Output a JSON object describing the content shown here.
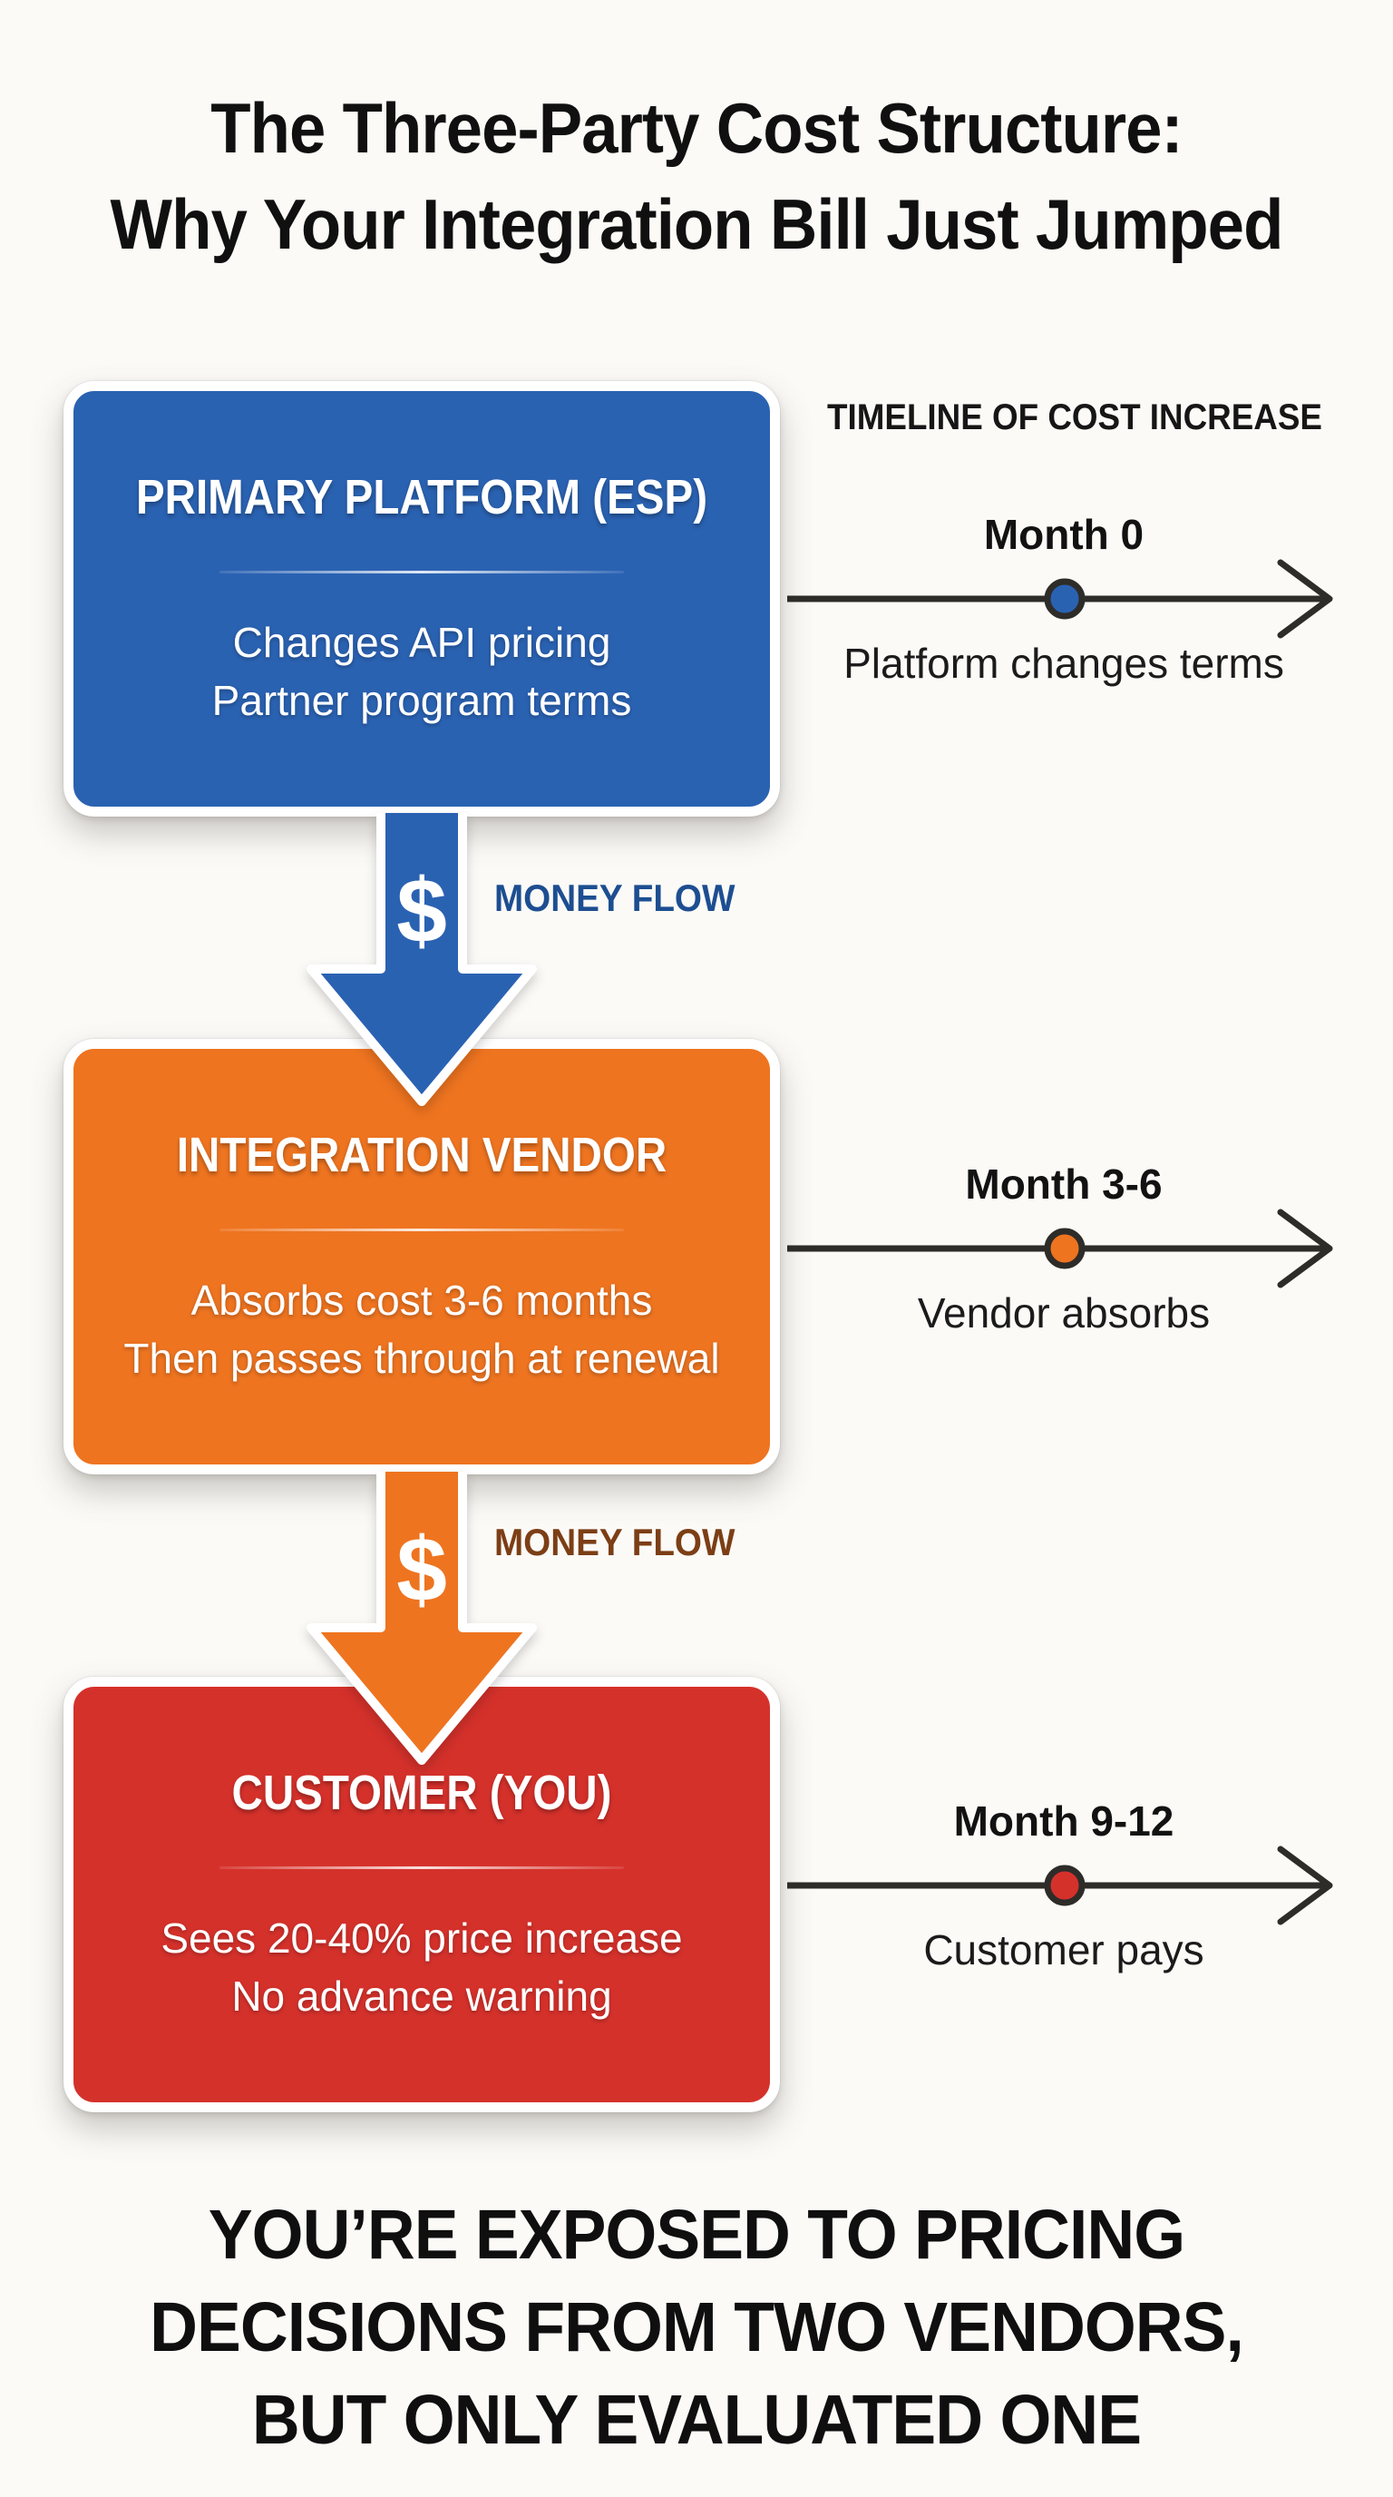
{
  "title": {
    "line1": "The Three-Party Cost Structure:",
    "line2": "Why Your Integration Bill Just Jumped"
  },
  "boxes": [
    {
      "title": "PRIMARY PLATFORM (ESP)",
      "line1": "Changes API pricing",
      "line2": "Partner program terms",
      "color": "#2a62b2"
    },
    {
      "title": "INTEGRATION VENDOR",
      "line1": "Absorbs cost 3-6 months",
      "line2": "Then passes through at renewal",
      "color": "#ee7420"
    },
    {
      "title": "CUSTOMER (YOU)",
      "line1": "Sees 20-40% price increase",
      "line2": "No advance warning",
      "color": "#d5312b"
    }
  ],
  "money_flows": [
    {
      "symbol": "$",
      "label": "MONEY FLOW",
      "arrow_color": "#2a62b2",
      "label_color": "#1d4e91"
    },
    {
      "symbol": "$",
      "label": "MONEY FLOW",
      "arrow_color": "#ee7420",
      "label_color": "#7c3e15"
    }
  ],
  "timeline": {
    "heading": "TIMELINE OF COST INCREASE",
    "line_color": "#2e2c29",
    "events": [
      {
        "month": "Month 0",
        "label": "Platform changes terms",
        "dot_color": "#2a62b2"
      },
      {
        "month": "Month 3-6",
        "label": "Vendor absorbs",
        "dot_color": "#ee7420"
      },
      {
        "month": "Month 9-12",
        "label": "Customer pays",
        "dot_color": "#d5312b"
      }
    ]
  },
  "footer": {
    "line1": "YOU’RE EXPOSED TO PRICING",
    "line2": "DECISIONS FROM TWO VENDORS,",
    "line3": "BUT ONLY EVALUATED ONE"
  }
}
